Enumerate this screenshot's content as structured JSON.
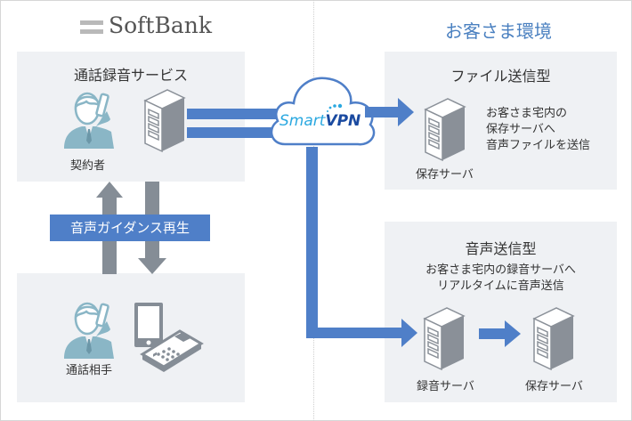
{
  "left_header": {
    "logo_text": "SoftBank"
  },
  "right_header": {
    "title": "お客さま環境"
  },
  "recording_service": {
    "title": "通話録音サービス",
    "person_label": "契約者"
  },
  "guidance_label": "音声ガイダンス再生",
  "call_partner": {
    "person_label": "通話相手"
  },
  "vpn": {
    "brand_part1": "Smart",
    "brand_part2": "VPN"
  },
  "file_type": {
    "title": "ファイル送信型",
    "description": [
      "お客さま宅内の",
      "保存サーバへ",
      "音声ファイルを送信"
    ],
    "server_label": "保存サーバ"
  },
  "voice_type": {
    "title": "音声送信型",
    "description": [
      "お客さま宅内の録音サーバへ",
      "リアルタイムに音声送信"
    ],
    "server1_label": "録音サーバ",
    "server2_label": "保存サーバ"
  },
  "colors": {
    "accent_blue": "#4f7fc8",
    "header_blue": "#4a80c0",
    "panel_bg": "#eff1f4",
    "gray_arrow": "#858d96",
    "person_teal": "#8ab6c6",
    "vpn_cyan": "#2aa8e0",
    "vpn_navy": "#1a4aa0"
  }
}
